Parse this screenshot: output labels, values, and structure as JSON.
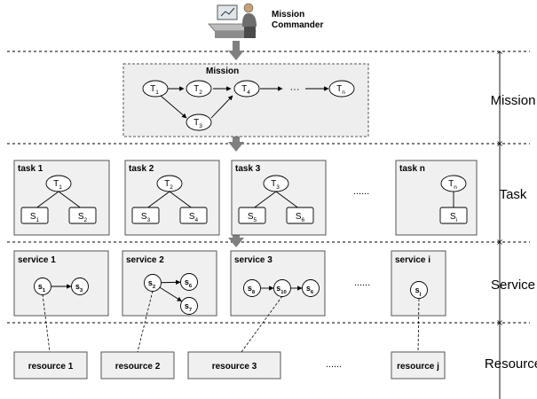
{
  "commander": {
    "label_line1": "Mission",
    "label_line2": "Commander"
  },
  "layers": [
    {
      "id": "mission",
      "label": "Mission"
    },
    {
      "id": "task",
      "label": "Task"
    },
    {
      "id": "service",
      "label": "Service"
    },
    {
      "id": "resource",
      "label": "Resource"
    }
  ],
  "mission": {
    "title": "Mission",
    "nodes": [
      {
        "id": "T1",
        "main": "T",
        "sub": "1"
      },
      {
        "id": "T2",
        "main": "T",
        "sub": "2"
      },
      {
        "id": "T3",
        "main": "T",
        "sub": "3"
      },
      {
        "id": "T4",
        "main": "T",
        "sub": "4"
      },
      {
        "id": "Tn",
        "main": "T",
        "sub": "n"
      }
    ],
    "ellipsis": "···"
  },
  "tasks": [
    {
      "title": "task 1",
      "root": {
        "main": "T",
        "sub": "1"
      },
      "children": [
        {
          "main": "S",
          "sub": "1"
        },
        {
          "main": "S",
          "sub": "2"
        }
      ]
    },
    {
      "title": "task 2",
      "root": {
        "main": "T",
        "sub": "2"
      },
      "children": [
        {
          "main": "S",
          "sub": "3"
        },
        {
          "main": "S",
          "sub": "4"
        }
      ]
    },
    {
      "title": "task 3",
      "root": {
        "main": "T",
        "sub": "3"
      },
      "children": [
        {
          "main": "S",
          "sub": "5"
        },
        {
          "main": "S",
          "sub": "6"
        }
      ]
    },
    {
      "title": "task n",
      "root": {
        "main": "T",
        "sub": "n"
      },
      "children": [
        {
          "main": "S",
          "sub": "i"
        }
      ]
    }
  ],
  "task_ellipsis": "......",
  "services": [
    {
      "title": "service 1",
      "nodes": [
        {
          "main": "s",
          "sub": "1"
        },
        {
          "main": "s",
          "sub": "3"
        }
      ]
    },
    {
      "title": "service 2",
      "nodes": [
        {
          "main": "s",
          "sub": "2"
        },
        {
          "main": "s",
          "sub": "6"
        },
        {
          "main": "s",
          "sub": "7"
        }
      ]
    },
    {
      "title": "service 3",
      "nodes": [
        {
          "main": "s",
          "sub": "8"
        },
        {
          "main": "s",
          "sub": "10"
        },
        {
          "main": "s",
          "sub": "6"
        }
      ]
    },
    {
      "title": "service i",
      "nodes": [
        {
          "main": "s",
          "sub": "j"
        }
      ]
    }
  ],
  "service_ellipsis": "......",
  "resources": [
    {
      "label": "resource 1"
    },
    {
      "label": "resource 2"
    },
    {
      "label": "resource 3"
    },
    {
      "label": "resource j"
    }
  ],
  "resource_ellipsis": "......",
  "colors": {
    "mission_box_fill": "#eeeeee",
    "box_fill": "#f0f0f0",
    "node_fill": "#ffffff",
    "arrow_fill": "#808080",
    "line": "#000000"
  },
  "icons": {
    "commander": "person-at-computer-icon"
  }
}
